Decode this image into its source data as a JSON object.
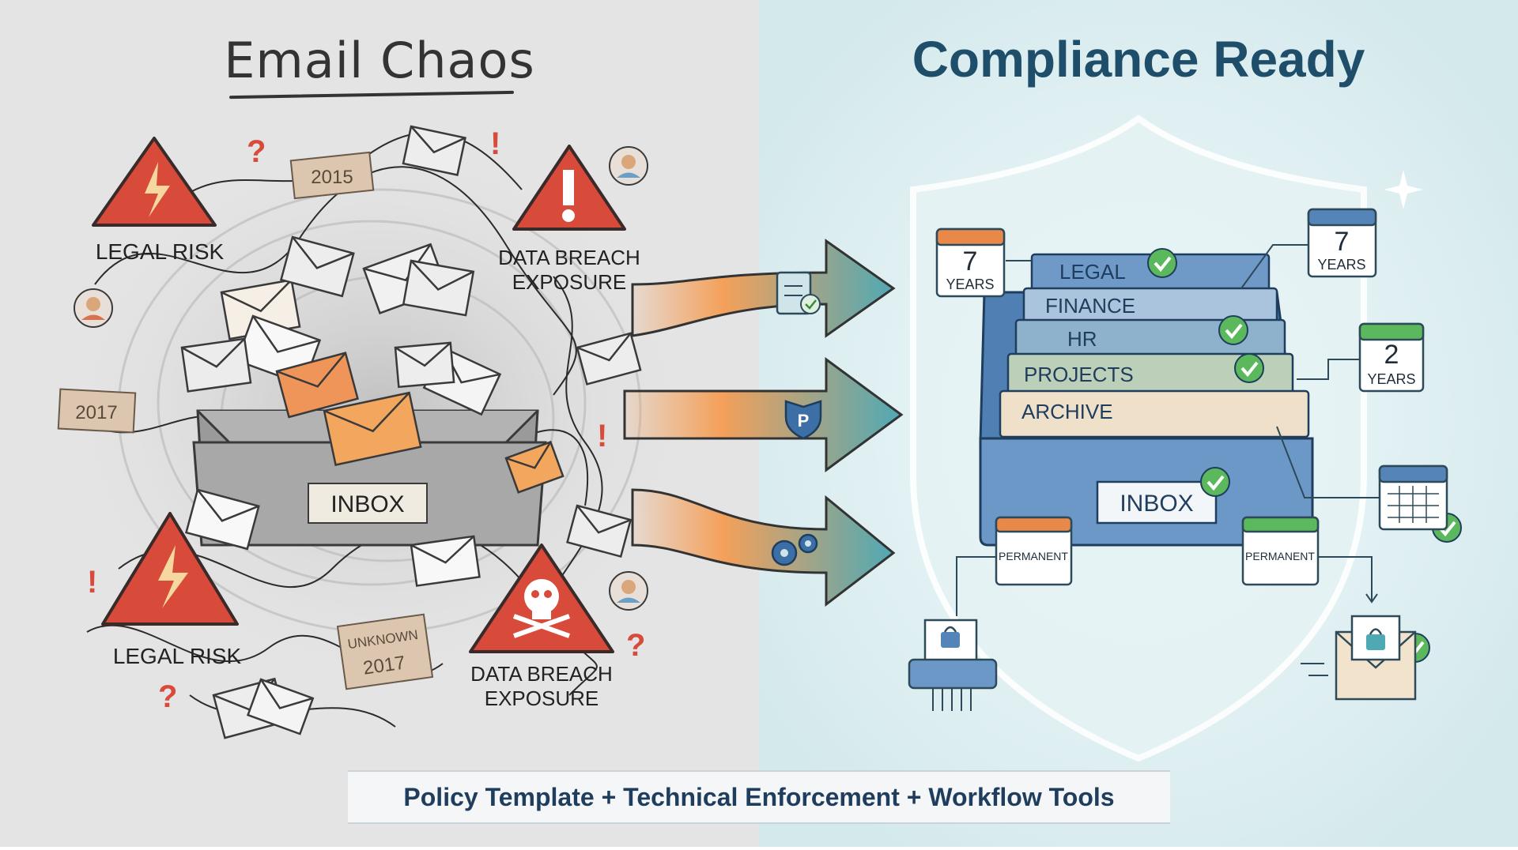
{
  "left_panel": {
    "title": "Email Chaos",
    "inbox_label": "INBOX",
    "warnings": [
      {
        "label": "LEGAL RISK"
      },
      {
        "label_line1": "DATA BREACH",
        "label_line2": "EXPOSURE"
      },
      {
        "label": "LEGAL RISK"
      },
      {
        "label_line1": "DATA BREACH",
        "label_line2": "EXPOSURE"
      }
    ],
    "date_tags": [
      "2015",
      "2017",
      "UNKNOWN",
      "2017"
    ]
  },
  "right_panel": {
    "title": "Compliance Ready",
    "inbox_label": "INBOX",
    "folders": [
      "LEGAL",
      "FINANCE",
      "HR",
      "PROJECTS",
      "ARCHIVE"
    ],
    "calendars": [
      {
        "number": "7",
        "unit": "YEARS"
      },
      {
        "number": "7",
        "unit": "YEARS"
      },
      {
        "number": "2",
        "unit": "YEARS"
      }
    ],
    "permanent_cards": [
      "PERMANENT",
      "PERMANENT"
    ]
  },
  "footer": {
    "text": "Policy Template + Technical Enforcement + Workflow Tools"
  },
  "colors": {
    "left_bg": "#e4e4e4",
    "right_bg": "#dcedef",
    "warning_red": "#d84a3a",
    "envelope_orange": "#f0a45c",
    "check_green": "#5cb85c",
    "folder_blue": "#6f99c7",
    "title_blue": "#1f4e6b"
  },
  "icons": [
    "warning-lightning-icon",
    "warning-exclamation-icon",
    "warning-skull-icon",
    "envelope-icon",
    "clipboard-check-icon",
    "shield-p-icon",
    "gears-icon",
    "calendar-icon",
    "check-icon",
    "shredder-icon",
    "locked-envelope-icon",
    "shield-icon"
  ]
}
